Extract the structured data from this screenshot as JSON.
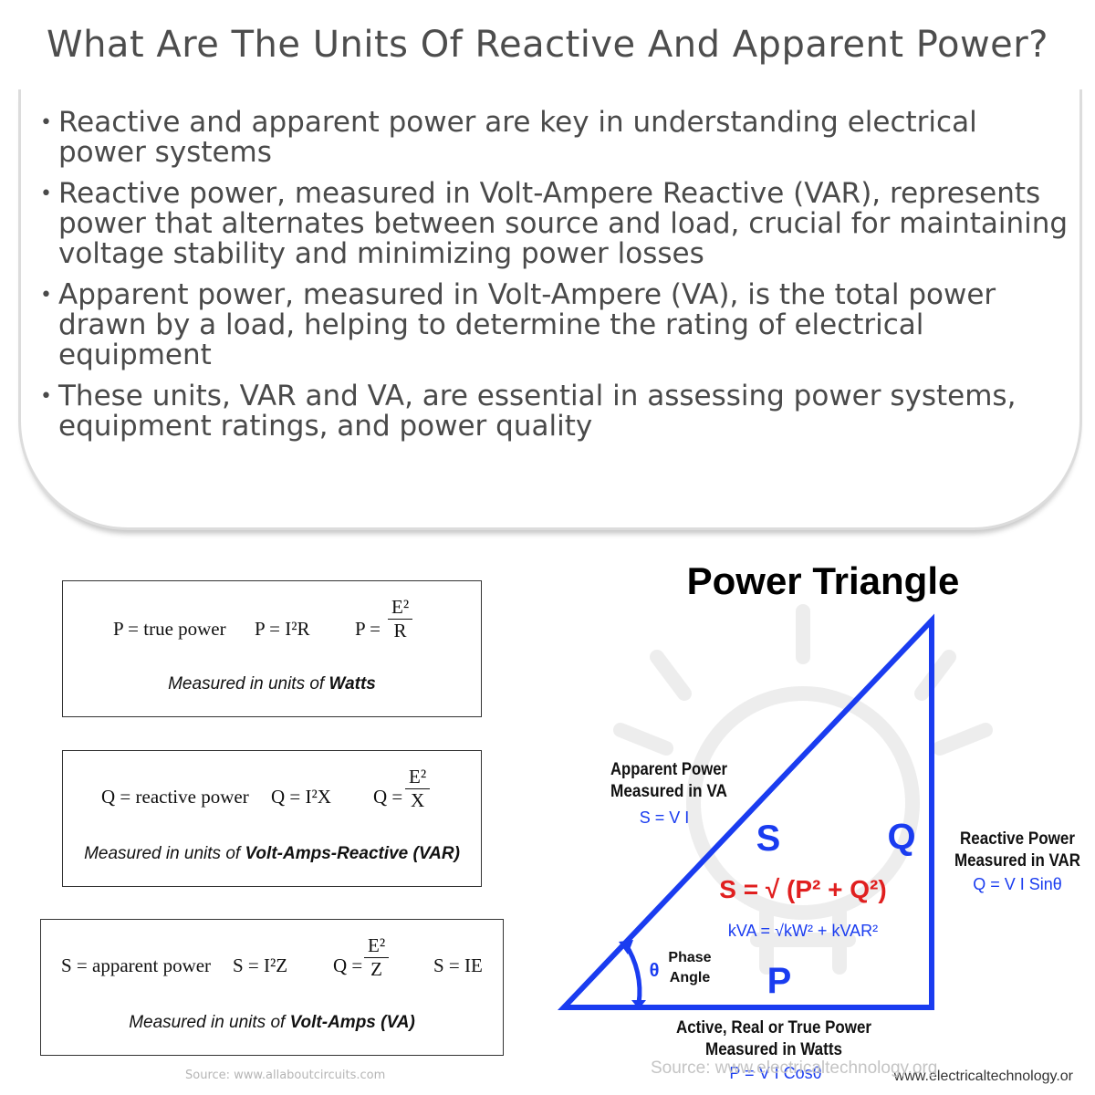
{
  "title": "What Are The Units Of Reactive And Apparent Power?",
  "bullets": [
    "Reactive and apparent power are key in understanding electrical power systems",
    "Reactive power, measured in Volt-Ampere Reactive (VAR), represents power that alternates between source and load, crucial for maintaining voltage stability and minimizing power losses",
    "Apparent power, measured in Volt-Ampere (VA), is the total power drawn by a load, helping to determine the rating of electrical equipment",
    "These units, VAR and VA, are essential in assessing power systems, equipment ratings, and power quality"
  ],
  "boxes": {
    "true_power": {
      "def": "P = true power",
      "formula1": "P = I²R",
      "frac_prefix": "P =",
      "frac_num": "E²",
      "frac_den": "R",
      "unit_prefix": "Measured in units of ",
      "unit_bold": "Watts"
    },
    "reactive_power": {
      "def": "Q = reactive power",
      "formula1": "Q = I²X",
      "frac_prefix": "Q =",
      "frac_num": "E²",
      "frac_den": "X",
      "unit_prefix": "Measured in units of ",
      "unit_bold": "Volt-Amps-Reactive (VAR)"
    },
    "apparent_power": {
      "def": "S = apparent power",
      "formula1": "S = I²Z",
      "frac_prefix": "Q =",
      "frac_num": "E²",
      "frac_den": "Z",
      "formula3": "S = IE",
      "unit_prefix": "Measured in units of ",
      "unit_bold": "Volt-Amps (VA)"
    }
  },
  "source_left": "Source: www.allaboutcircuits.com",
  "triangle": {
    "heading": "Power Triangle",
    "apparent_label_1": "Apparent Power",
    "apparent_label_2": "Measured in VA",
    "apparent_formula": "S = V I",
    "letter_s": "S",
    "letter_q": "Q",
    "letter_p": "P",
    "theta": "θ",
    "phase_1": "Phase",
    "phase_2": "Angle",
    "main_formula": "S = √ (P² + Q²)",
    "kva_formula": "kVA = √kW² + kVAR²",
    "reactive_label_1": "Reactive Power",
    "reactive_label_2": "Measured in VAR",
    "reactive_formula": "Q = V I Sinθ",
    "active_label_1": "Active, Real or True Power",
    "active_label_2": "Measured in Watts",
    "active_formula": "P = V I Cosθ",
    "watermark_site": "www.electricaltechnology.or",
    "source_right": "Source: www.electricaltechnology.org"
  },
  "colors": {
    "blue": "#1a3cf0",
    "red": "#e01f1f"
  }
}
